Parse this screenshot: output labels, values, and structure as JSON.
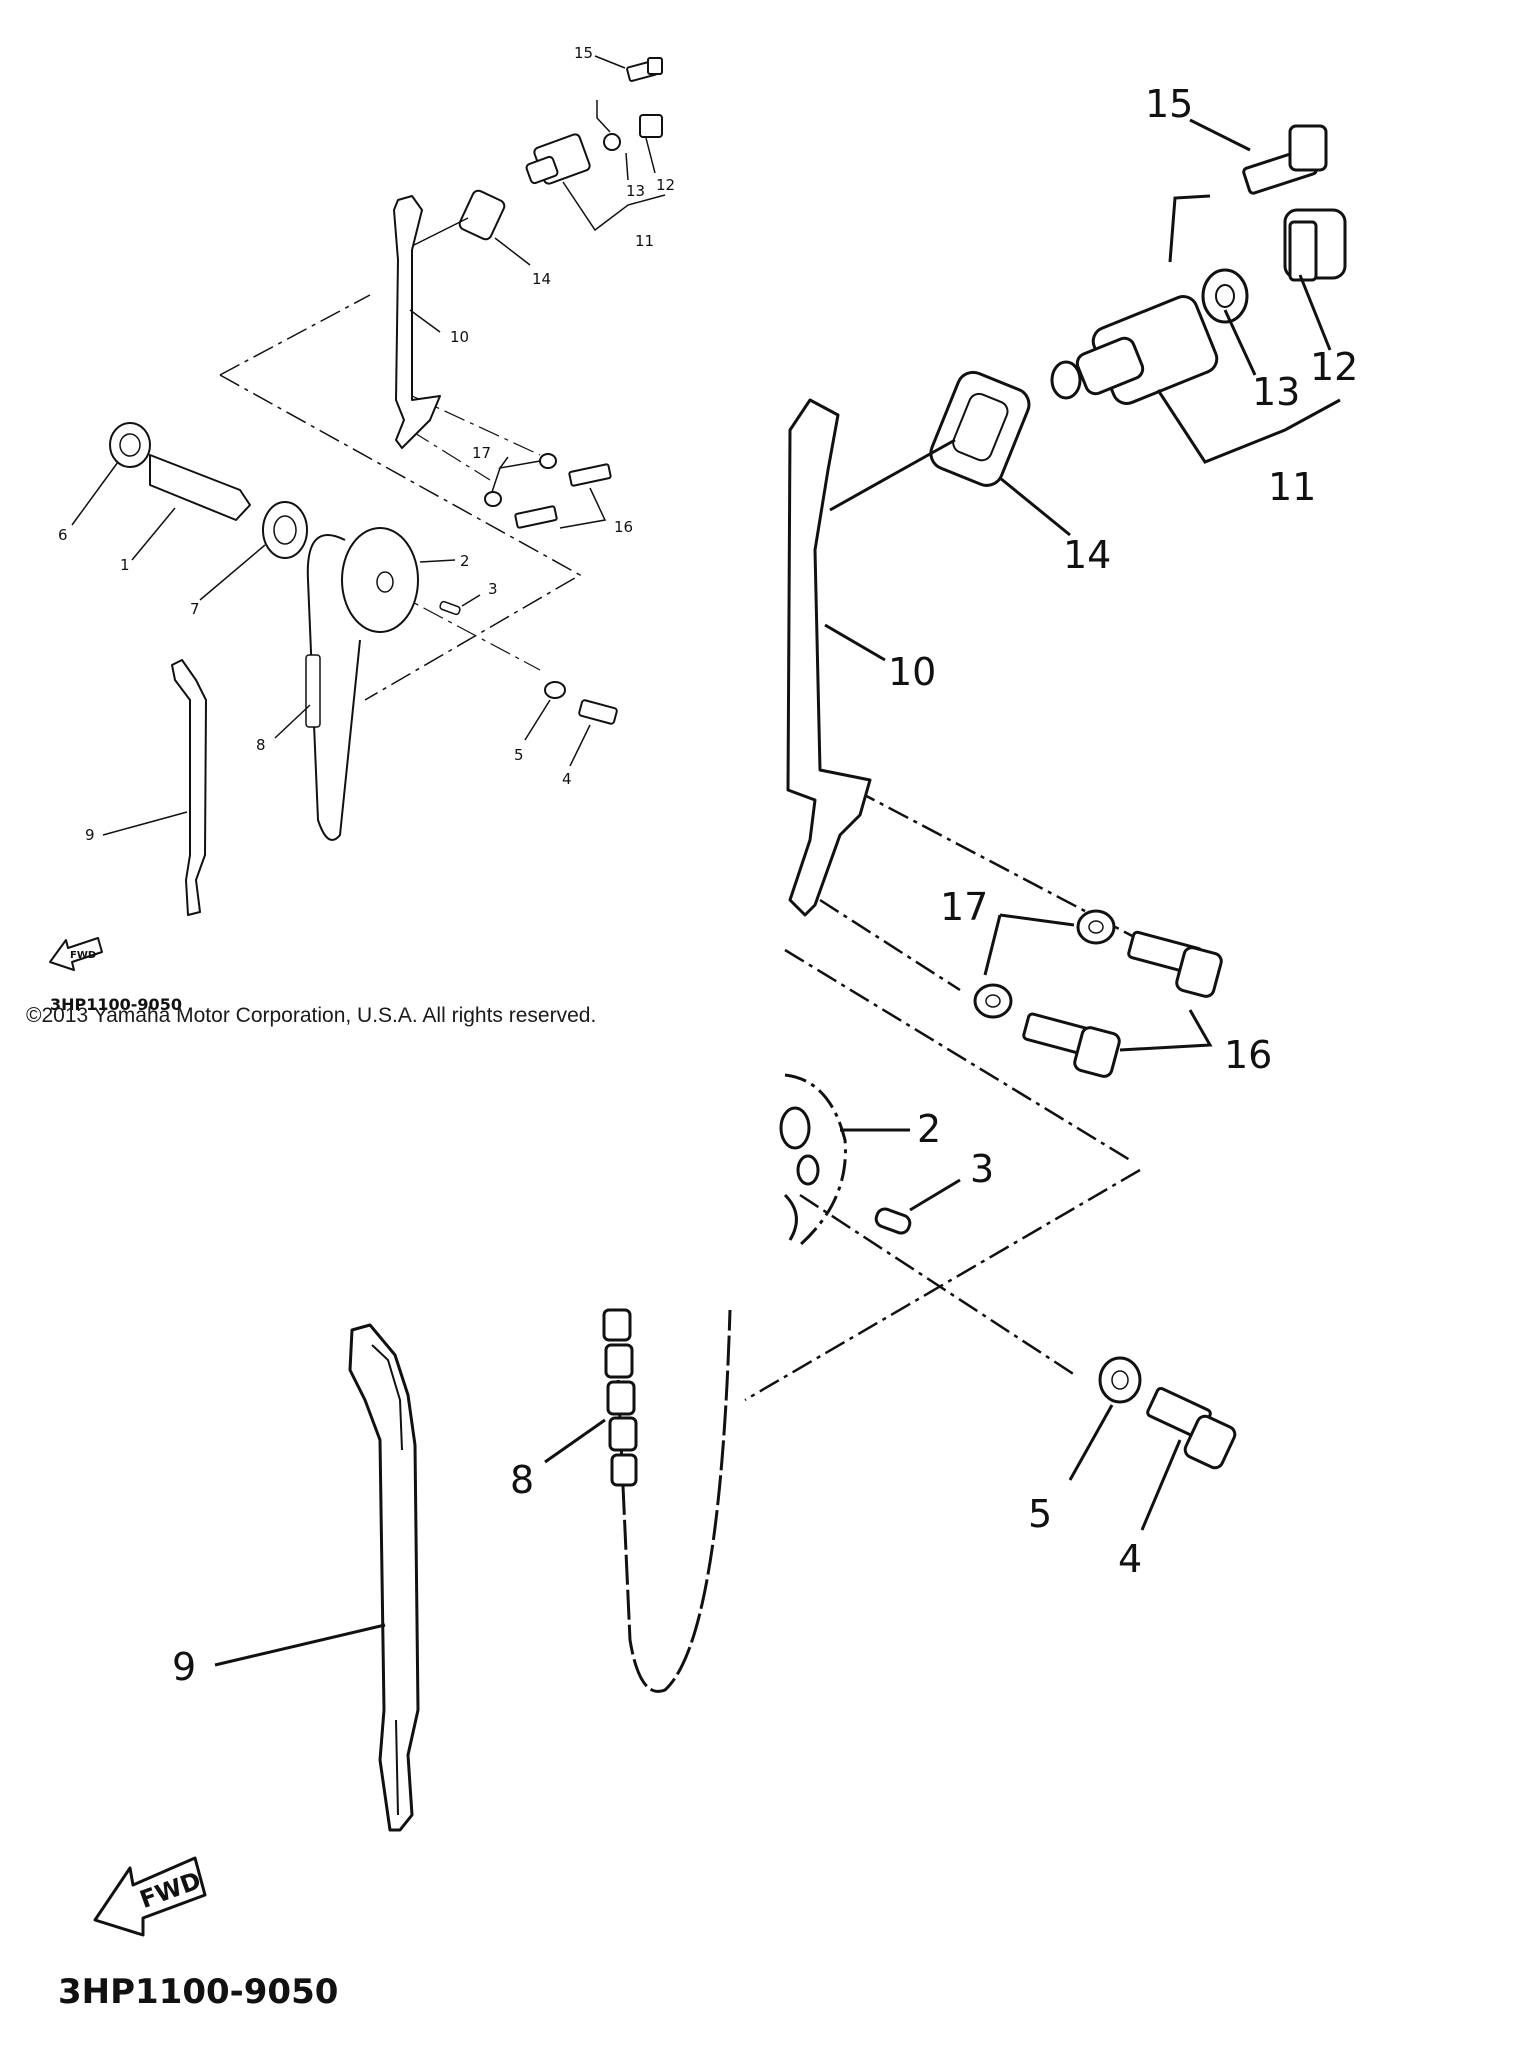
{
  "diagram_code": "3HP1100-9050",
  "copyright": "©2013 Yamaha Motor Corporation, U.S.A. All rights reserved.",
  "fwd_label": "FWD",
  "callouts": {
    "p1": "1",
    "p2": "2",
    "p3": "3",
    "p4": "4",
    "p5": "5",
    "p6": "6",
    "p7": "7",
    "p8": "8",
    "p9": "9",
    "p10": "10",
    "p11": "11",
    "p12": "12",
    "p13": "13",
    "p14": "14",
    "p15": "15",
    "p16": "16",
    "p17": "17"
  }
}
